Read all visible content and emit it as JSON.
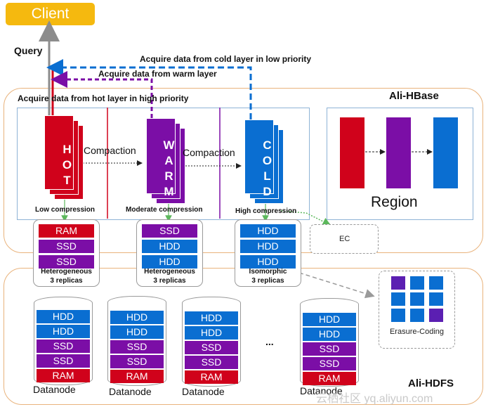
{
  "client": {
    "label": "Client"
  },
  "query": {
    "label": "Query"
  },
  "arrows": {
    "cold_layer": "Acquire data from cold layer in low priority",
    "warm_layer": "Acquire data from warm layer",
    "hot_layer": "Acquire data from hot layer in high priority"
  },
  "hbase": {
    "title": "Ali-HBase",
    "region_label": "Region",
    "compaction_1": "Compaction",
    "compaction_2": "Compaction",
    "ec_label": "EC"
  },
  "layers": [
    {
      "name": "HOT",
      "letters": [
        "H",
        "O",
        "T"
      ],
      "color": "#d0021b",
      "compression": "Low compression",
      "storage": [
        "RAM",
        "SSD",
        "SSD"
      ],
      "storage_caption_1": "Heterogeneous",
      "storage_caption_2": "3 replicas"
    },
    {
      "name": "WARM",
      "letters": [
        "W",
        "A",
        "R",
        "M"
      ],
      "color": "#7b0ea6",
      "compression": "Moderate compression",
      "storage": [
        "SSD",
        "HDD",
        "HDD"
      ],
      "storage_caption_1": "Heterogeneous",
      "storage_caption_2": "3 replicas"
    },
    {
      "name": "COLD",
      "letters": [
        "C",
        "O",
        "L",
        "D"
      ],
      "color": "#0a6ed1",
      "compression": "High compression",
      "storage": [
        "HDD",
        "HDD",
        "HDD"
      ],
      "storage_caption_1": "Isomorphic",
      "storage_caption_2": "3 replicas"
    }
  ],
  "hdfs": {
    "title": "Ali-HDFS",
    "ellipsis": "...",
    "erasure_label": "Erasure-Coding",
    "datanode_label": "Datanode",
    "datanode_blocks": [
      "HDD",
      "HDD",
      "SSD",
      "SSD",
      "RAM"
    ]
  },
  "watermark": "云栖社区 yq.aliyun.com",
  "colors": {
    "red": "#d0021b",
    "purple": "#7b0ea6",
    "blue": "#0a6ed1",
    "client_bg": "#f5b90f",
    "green": "#5cb85c",
    "orange_border": "#e9b37c"
  }
}
